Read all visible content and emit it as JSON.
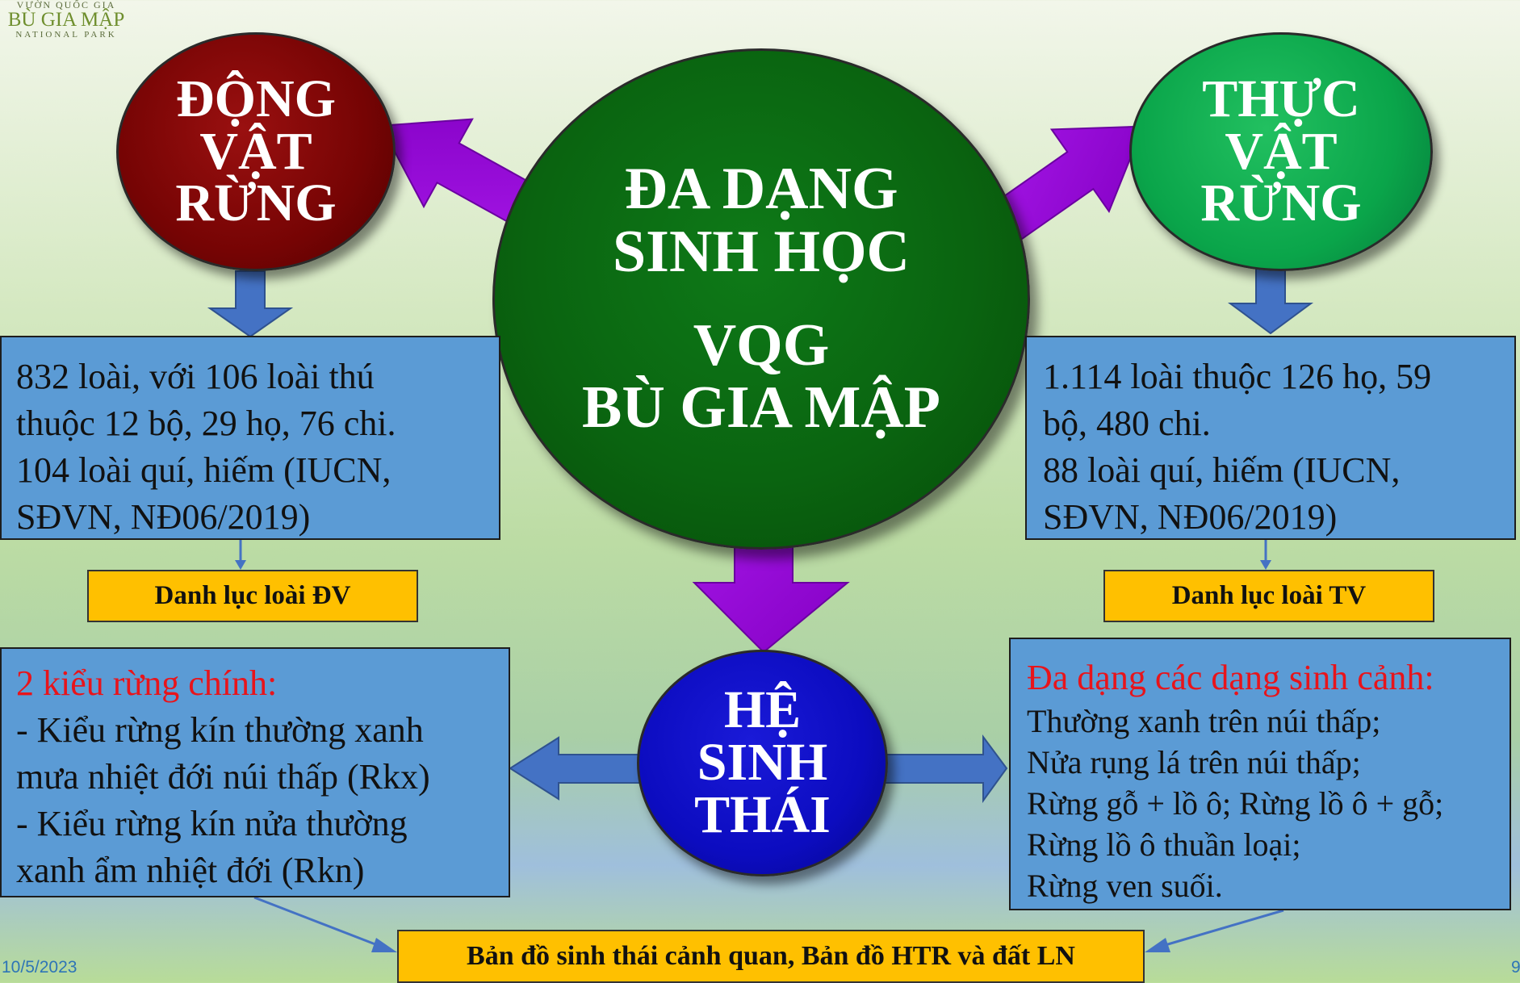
{
  "logo": {
    "line1": "VƯỜN QUỐC GIA",
    "line2": "BÙ GIA MẬP",
    "line3": "NATIONAL PARK"
  },
  "center": {
    "line1": "ĐA DẠNG",
    "line2": "SINH HỌC",
    "line3": "VQG",
    "line4": "BÙ GIA MẬP"
  },
  "fauna": {
    "circle": [
      "ĐỘNG",
      "VẬT",
      "RỪNG"
    ],
    "stats": [
      "832 loài, với 106 loài thú",
      "thuộc 12 bộ, 29 họ, 76 chi.",
      "104 loài quí, hiếm (IUCN,",
      "SĐVN, NĐ06/2019)"
    ],
    "list_label": "Danh lục loài ĐV"
  },
  "flora": {
    "circle": [
      "THỰC",
      "VẬT",
      "RỪNG"
    ],
    "stats": [
      "1.114 loài thuộc 126 họ, 59",
      "bộ, 480 chi.",
      "88 loài quí, hiếm (IUCN,",
      "SĐVN, NĐ06/2019)"
    ],
    "list_label": "Danh lục loài TV"
  },
  "ecosystem": {
    "circle": [
      "HỆ",
      "SINH",
      "THÁI"
    ],
    "forest_types": {
      "heading": "2 kiểu rừng chính:",
      "lines": [
        "- Kiểu rừng kín thường xanh",
        "mưa nhiệt đới núi thấp (Rkx)",
        "- Kiểu rừng kín nửa thường",
        "xanh ẩm nhiệt đới (Rkn)"
      ]
    },
    "habitats": {
      "heading": "Đa dạng các dạng sinh cảnh:",
      "lines": [
        "Thường xanh trên núi thấp;",
        "Nửa rụng lá trên núi thấp;",
        "Rừng gỗ + lồ ô; Rừng lồ ô + gỗ;",
        "Rừng lồ ô thuần loại;",
        "Rừng ven suối."
      ]
    },
    "map_label": "Bản đồ sinh thái cảnh quan, Bản đồ HTR và đất LN"
  },
  "footer": {
    "date": "10/5/2023",
    "page": "9"
  },
  "colors": {
    "fauna_circle": "#760404",
    "flora_circle": "#0aa54a",
    "center_circle": "#0a6410",
    "ecosystem_circle": "#0c0cc0",
    "info_box": "#5b9bd5",
    "label_box": "#ffc000",
    "big_arrow": "#9400d3",
    "small_arrow": "#4472c4",
    "heading_red": "#e8141b"
  }
}
